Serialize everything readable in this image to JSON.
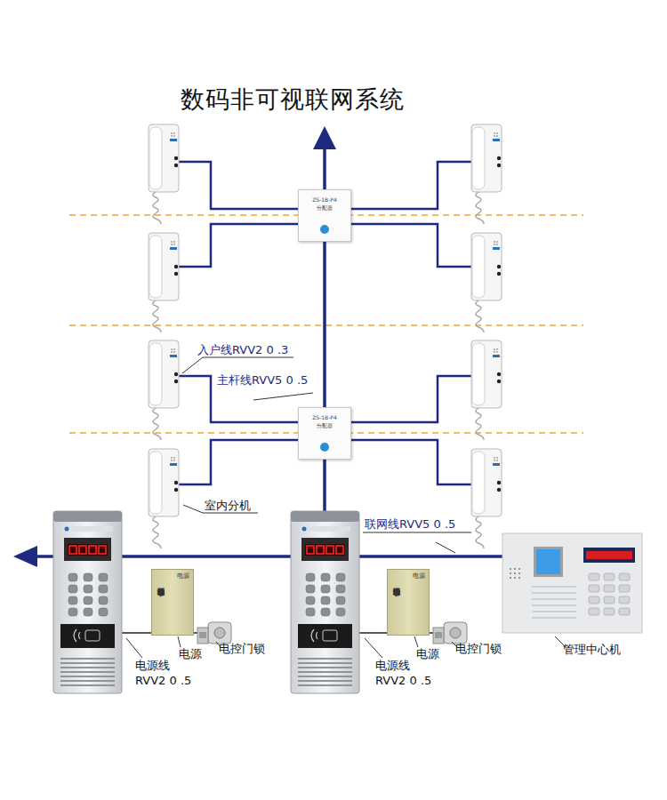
{
  "diagram": {
    "title": "数码非可视联网系统",
    "nodes": [
      {
        "text": [
          "ZS-1B-P4",
          "分配器"
        ]
      },
      {
        "text": [
          "ZS-1B-P4",
          "分配器"
        ]
      },
      {
        "text": [
          "电源",
          "楼宇对讲专用电源"
        ]
      },
      {
        "text": [
          "电源",
          "楼宇对讲专用电源"
        ]
      }
    ],
    "edges": [
      {
        "from": 1,
        "to": 0,
        "arrow": "none"
      }
    ],
    "labels": [
      "入户线RVV2 0 .3",
      "主杆线RVV5 0 .5",
      "室内分机",
      "联网线RVV5 0 .5",
      "电源线",
      "RVV2 0 .5",
      "电源",
      "电控门锁",
      "电源线",
      "RVV2 0 .5",
      "电源",
      "电控门锁",
      "管理中心机"
    ]
  }
}
